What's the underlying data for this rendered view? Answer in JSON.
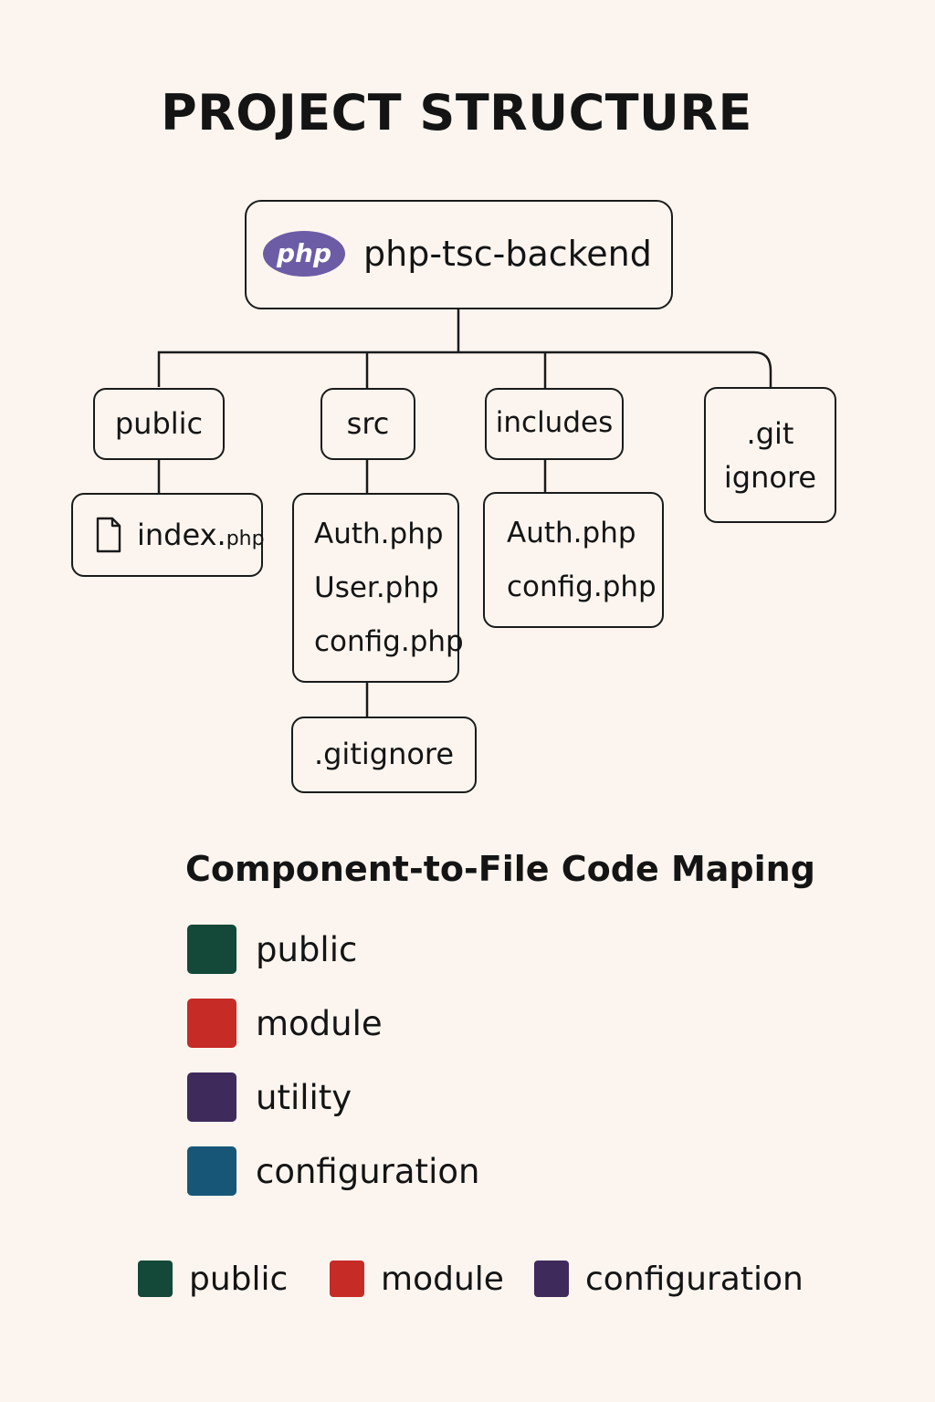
{
  "title": "PROJECT STRUCTURE",
  "root": {
    "logo_text": "php",
    "label": "php-tsc-backend"
  },
  "folders": {
    "public": "public",
    "src": "src",
    "includes": "includes",
    "gitignore_line1": ".git",
    "gitignore_line2": "ignore"
  },
  "files": {
    "public": {
      "name": "index.",
      "ext": "php",
      "icon": "file-icon"
    },
    "src": [
      "Auth.php",
      "User.php",
      "config.php"
    ],
    "includes": [
      "Auth.php",
      "config.php"
    ],
    "src_extra": ".gitignore"
  },
  "legend": {
    "title": "Component-to-File Code Maping",
    "items": [
      {
        "label": "public",
        "color": "#144838"
      },
      {
        "label": "module",
        "color": "#c62b26"
      },
      {
        "label": "utility",
        "color": "#3f2a5c"
      },
      {
        "label": "configuration",
        "color": "#185678"
      }
    ]
  },
  "bottom_legend": [
    {
      "label": "public",
      "color": "#144838"
    },
    {
      "label": "module",
      "color": "#c62b26"
    },
    {
      "label": "configuration",
      "color": "#3f2a5c"
    }
  ],
  "colors": {
    "background": "#fcf5ef",
    "php_logo": "#6c5ca6",
    "border": "#1a1a1a"
  }
}
